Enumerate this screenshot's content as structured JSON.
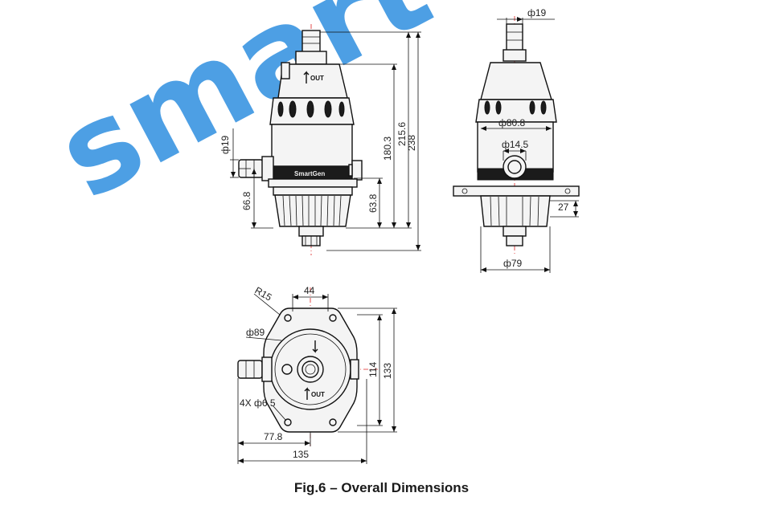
{
  "watermark": "smart",
  "caption": "Fig.6 – Overall Dimensions",
  "labels": {
    "out_top": "OUT",
    "brand": "SmartGen",
    "out_bottom": "OUT"
  },
  "dimensions": {
    "front_inlet_dia": "ф19",
    "front_h_66_8": "66.8",
    "front_h_63_8": "63.8",
    "front_h_180_3": "180.3",
    "front_h_215_6": "215.6",
    "front_h_238": "238",
    "side_dia_19": "ф19",
    "side_dia_80_8": "ф80.8",
    "side_dia_14_5": "ф14.5",
    "side_27": "27",
    "side_dia_79": "ф79",
    "top_r15": "R15",
    "top_44": "44",
    "top_dia_89": "ф89",
    "top_114": "114",
    "top_133": "133",
    "top_holes": "4X ф6.5",
    "top_77_8": "77.8",
    "top_135": "135"
  }
}
